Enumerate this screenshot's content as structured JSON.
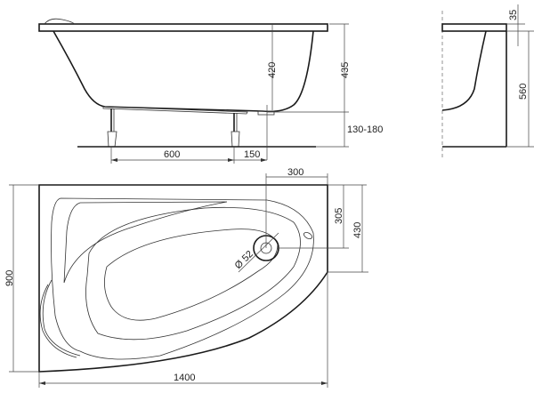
{
  "diagram": {
    "type": "technical-drawing",
    "subject": "corner bathtub",
    "side_view": {
      "dimensions": {
        "inner_depth": "420",
        "total_height": "435",
        "leg_height": "130-180",
        "leg_spacing": "600",
        "leg_offset": "150"
      }
    },
    "end_view": {
      "dimensions": {
        "rim_thickness": "35",
        "overall_height": "560"
      }
    },
    "top_view": {
      "dimensions": {
        "length": "1400",
        "width": "900",
        "drain_offset_x": "300",
        "drain_offset_y": "305",
        "corner_depth": "430",
        "drain_diameter": "Ø 52"
      }
    }
  }
}
